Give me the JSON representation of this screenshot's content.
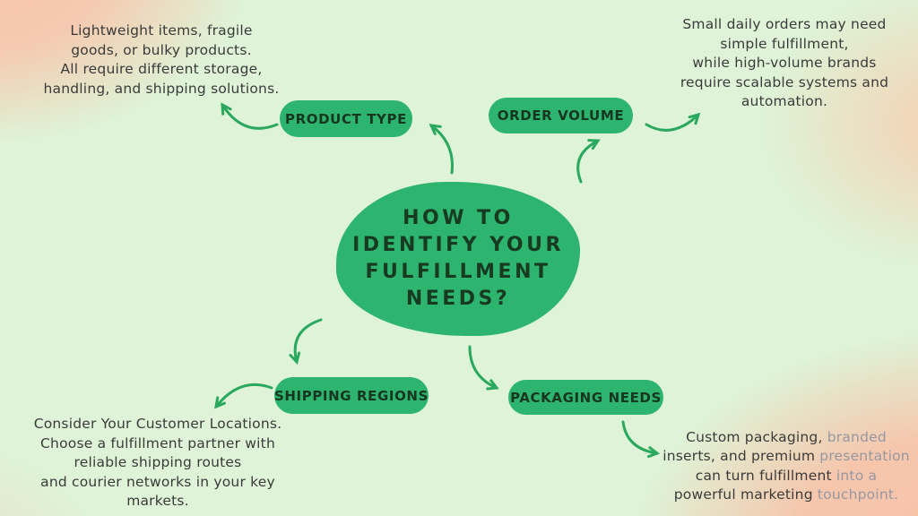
{
  "title": "How to Identify Your Fulfillment Needs? (mind map)",
  "colors": {
    "background_green": "#def3d7",
    "background_peach": "#f9c3a9",
    "node_green": "#2db46e",
    "arrow_green": "#29a85e",
    "text_dark": "#3a3b3a",
    "text_faded": "#9698a3",
    "node_text_dark": "#17361f"
  },
  "center": {
    "title": "HOW TO\nIDENTIFY YOUR\nFULFILLMENT\nNEEDS?"
  },
  "branches": {
    "product_type": {
      "label": "PRODUCT TYPE",
      "note": "Lightweight items, fragile\ngoods, or bulky products.\nAll require different storage,\nhandling, and shipping solutions."
    },
    "order_volume": {
      "label": "ORDER VOLUME",
      "note": "Small daily orders may need\nsimple fulfillment,\nwhile high-volume brands\nrequire scalable systems and\nautomation."
    },
    "shipping_regions": {
      "label": "SHIPPING REGIONS",
      "note": "Consider Your Customer Locations.\nChoose a fulfillment partner with\nreliable shipping routes\nand courier networks in your key\nmarkets."
    },
    "packaging_needs": {
      "label": "PACKAGING NEEDS",
      "note_segments": [
        {
          "t": "Custom packaging, "
        },
        {
          "t": "branded\n"
        },
        {
          "t": "inserts, and premium "
        },
        {
          "t": "presentation\n"
        },
        {
          "t": "can turn fulfillment "
        },
        {
          "t": "into a\n"
        },
        {
          "t": "powerful marketing "
        },
        {
          "t": "touchpoint."
        }
      ]
    }
  }
}
